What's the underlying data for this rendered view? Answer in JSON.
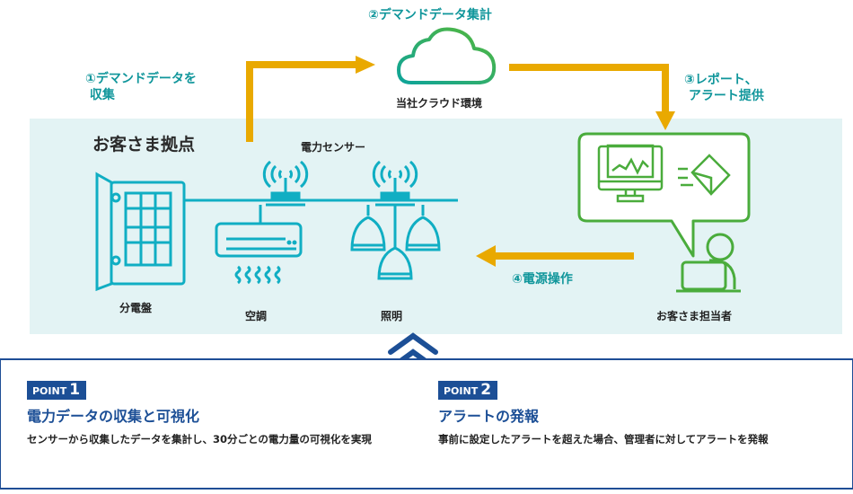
{
  "steps": {
    "step1": "①デマンドデータを\n 収集",
    "step2": "②デマンドデータ集計",
    "step3": "③レポート、\n アラート提供",
    "step4": "④電源操作"
  },
  "cloud_label": "当社クラウド環境",
  "site": {
    "title": "お客さま拠点",
    "sensor_label": "電力センサー",
    "devices": [
      "分電盤",
      "空調",
      "照明"
    ],
    "person_label": "お客さま担当者"
  },
  "points": [
    {
      "badge": "POINT",
      "number": "1",
      "title": "電力データの収集と可視化",
      "description": "センサーから収集したデータを集計し、30分ごとの電力量の可視化を実現"
    },
    {
      "badge": "POINT",
      "number": "2",
      "title": "アラートの発報",
      "description": "事前に設定したアラートを超えた場合、管理者に対してアラートを発報"
    }
  ],
  "colors": {
    "arrow": "#e9a900",
    "step_text": "#10969b",
    "device_icon": "#10aec3",
    "person_icon": "#4aac3c",
    "point_blue": "#1c4f96",
    "site_bg": "#e3f3f4"
  }
}
